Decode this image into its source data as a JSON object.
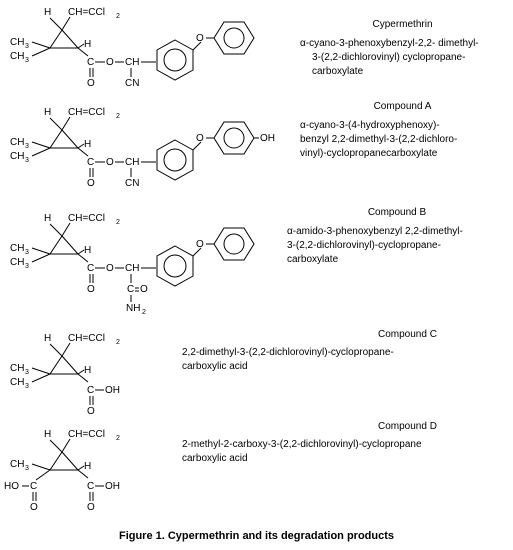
{
  "caption": "Figure 1.  Cypermethrin and its degradation products",
  "compounds": [
    {
      "name": "Cypermethrin",
      "description": [
        "α-cyano-3-phenoxybenzyl-2,2- dimethyl-",
        "3-(2,2-dichlorovinyl) cyclopropane-",
        "carboxylate"
      ]
    },
    {
      "name": "Compound  A",
      "description": [
        "α-cyano-3-(4-hydroxyphenoxy)-",
        "benzyl 2,2-dimethyl-3-(2,2-dichloro-",
        "vinyl)-cyclopropanecarboxylate"
      ]
    },
    {
      "name": "Compound  B",
      "description": [
        "α-amido-3-phenoxybenzyl 2,2-dimethyl-",
        "3-(2,2-dichlorovinyl)-cyclopropane-",
        "carboxylate"
      ]
    },
    {
      "name": "Compound  C",
      "description": [
        "2,2-dimethyl-3-(2,2-dichlorovinyl)-cyclopropane-",
        "carboxylic acid"
      ]
    },
    {
      "name": "Compound  D",
      "description": [
        "2-methyl-2-carboxy-3-(2,2-dichlorovinyl)-cyclopropane",
        "carboxylic acid"
      ]
    }
  ],
  "atoms": {
    "H": "H",
    "vinyl": "CH=CCl",
    "sub2": "2",
    "CH3": "CH",
    "sub3": "3",
    "C": "C",
    "O": "O",
    "CH": "CH",
    "CN": "CN",
    "OH": "OH",
    "NH": "NH",
    "HO": "HO"
  }
}
